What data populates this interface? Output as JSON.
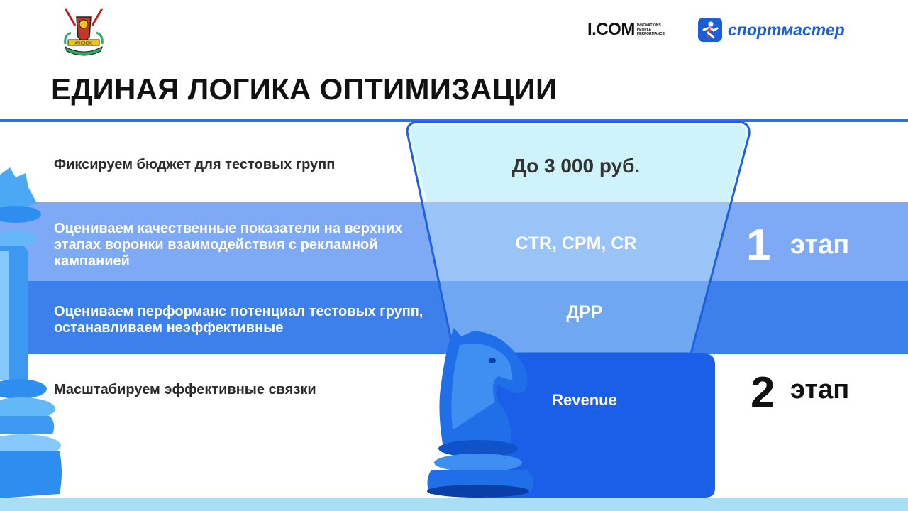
{
  "header": {
    "title": "ЕДИНАЯ ЛОГИКА ОПТИМИЗАЦИИ",
    "crest_text": "ATHENDIS",
    "icom_main": "I.COM",
    "icom_tagline": [
      "INNOVATIONS",
      "PEOPLE",
      "PERFORMANCE"
    ],
    "sportmaster": "спортмастер"
  },
  "rows": [
    {
      "label": "Фиксируем бюджет для тестовых групп",
      "metric": "До 3 000 руб."
    },
    {
      "label": "Оцениваем качественные показатели на верхних этапах воронки взаимодействия с рекламной кампанией",
      "metric": "CTR, CPM, CR"
    },
    {
      "label": "Оцениваем перформанс потенциал тестовых групп, останавливаем неэффективные",
      "metric": "ДРР"
    },
    {
      "label": "Масштабируем эффективные связки",
      "metric": "Revenue"
    }
  ],
  "stages": [
    {
      "number": "1",
      "word": "этап"
    },
    {
      "number": "2",
      "word": "этап"
    }
  ],
  "colors": {
    "accent": "#2f6fe6",
    "band_light": "#7ea9f4",
    "band_mid": "#3d80ec",
    "funnel_top": "#cff3fb",
    "funnel_bottom": "#1b5ee8",
    "bottom_strip": "#a9dff5"
  },
  "icons": [
    "crest-logo-icon",
    "sportmaster-logo-icon",
    "chess-queen-icon",
    "chess-knight-icon"
  ]
}
